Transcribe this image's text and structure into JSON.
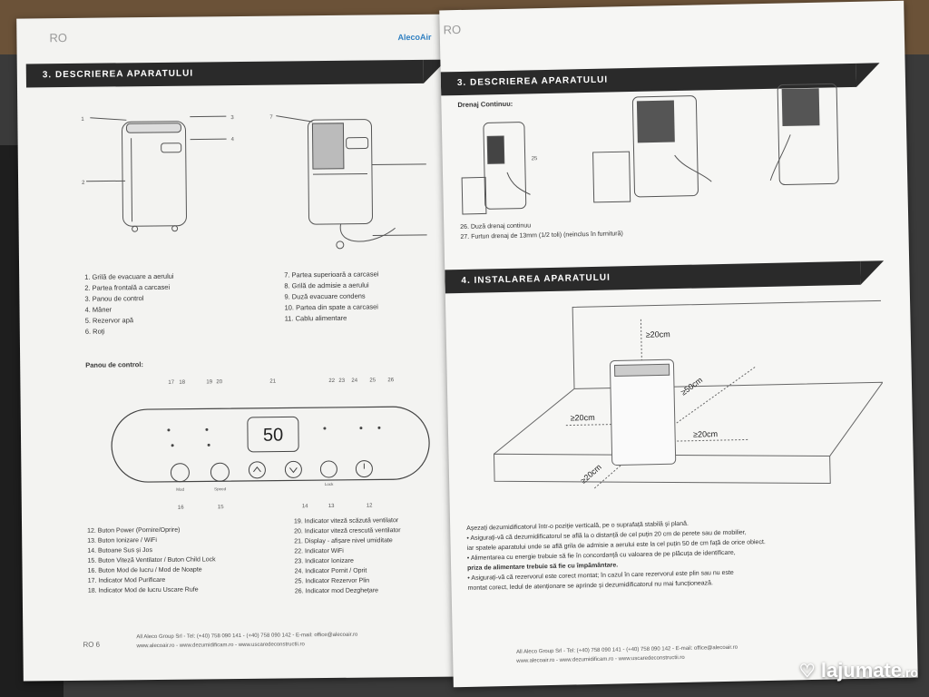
{
  "left": {
    "lang": "RO",
    "logo": "AlecoAir",
    "section_title": "3. DESCRIEREA APARATULUI",
    "parts_left": [
      "1. Grilă de evacuare a aerului",
      "2. Partea frontală a carcasei",
      "3. Panou de control",
      "4. Mâner",
      "5. Rezervor apă",
      "6. Roți"
    ],
    "parts_right": [
      "7. Partea superioară a carcasei",
      "8. Grilă de admisie a aerului",
      "9. Duză evacuare condens",
      "10. Partea din spate a carcasei",
      "11. Cablu alimentare"
    ],
    "panel_title": "Panou de control:",
    "display_value": "50",
    "callouts_top": [
      "17",
      "18",
      "19",
      "20",
      "21",
      "22",
      "23",
      "24",
      "25",
      "26"
    ],
    "callouts_bottom": [
      "16",
      "15",
      "14",
      "13",
      "12"
    ],
    "btn_labels": [
      "Mod",
      "Speed",
      "Lock"
    ],
    "legend_left": [
      "12. Buton Power (Pornire/Oprire)",
      "13. Buton Ionizare / WiFi",
      "14. Butoane Sus și Jos",
      "15. Buton Viteză Ventilator / Buton Child Lock",
      "16. Buton Mod de lucru / Mod de Noapte",
      "17. Indicator Mod Purificare",
      "18. Indicator Mod de lucru Uscare Rufe"
    ],
    "legend_right": [
      "19. Indicator viteză scăzută ventilator",
      "20. Indicator viteză crescută ventilator",
      "21. Display - afișare nivel umiditate",
      "22. Indicator WiFi",
      "23. Indicator Ionizare",
      "24. Indicator Pornit / Oprit",
      "25. Indicator Rezervor Plin",
      "26. Indicator mod Dezghețare"
    ],
    "page_no": "RO 6",
    "footer_1": "All Aleco Group Srl  -  Tel: (+40) 758 090 141  -  (+40) 758 090 142  -  E-mail: office@alecoair.ro",
    "footer_2": "www.alecoair.ro  -  www.dezumidificam.ro  -  www.uscaredeconstructii.ro"
  },
  "right": {
    "lang": "RO",
    "section_title": "3. DESCRIEREA APARATULUI",
    "drain_title": "Drenaj Continuu:",
    "callout_25": "25",
    "drain_notes": [
      "26. Duză drenaj continuu",
      "27. Furtun drenaj de 13mm (1/2 toli) (neinclus în furnitură)"
    ],
    "install_title": "4. INSTALAREA APARATULUI",
    "dims": [
      "≥20cm",
      "≥50cm",
      "≥20cm",
      "≥20cm",
      "≥20cm"
    ],
    "install_text": [
      "Așezați dezumidificatorul într-o poziție verticală, pe o suprafață stabilă și plană.",
      "• Asigurați-vă că dezumidificatorul se află la o distanță de cel puțin 20 cm de perete sau de mobilier,",
      "iar spatele aparatului unde se află grila de admisie a aerului este la cel puțin 50 de cm față de orice obiect.",
      "• Alimentarea cu energie trebuie să fie în concordanță cu valoarea de pe plăcuța de identificare,",
      "priza de alimentare trebuie să fie cu împământare.",
      "• Asigurați-vă că rezervorul este corect montat; în cazul în care rezervorul este plin sau nu este",
      "montat corect, ledul de atenționare se aprinde și dezumidificatorul nu mai funcționează."
    ],
    "footer_1": "All Aleco Group Srl  -  Tel: (+40) 758 090 141  -  (+40) 758 090 142  -  E-mail: office@alecoair.ro",
    "footer_2": "www.alecoair.ro  -  www.dezumidificam.ro  -  www.uscaredeconstructii.ro"
  },
  "watermark": {
    "brand": "lajumate",
    "suffix": ".ro"
  },
  "colors": {
    "banner": "#2a2a2a",
    "paper": "#f3f3f1",
    "brand_blue": "#2f7fc1"
  }
}
